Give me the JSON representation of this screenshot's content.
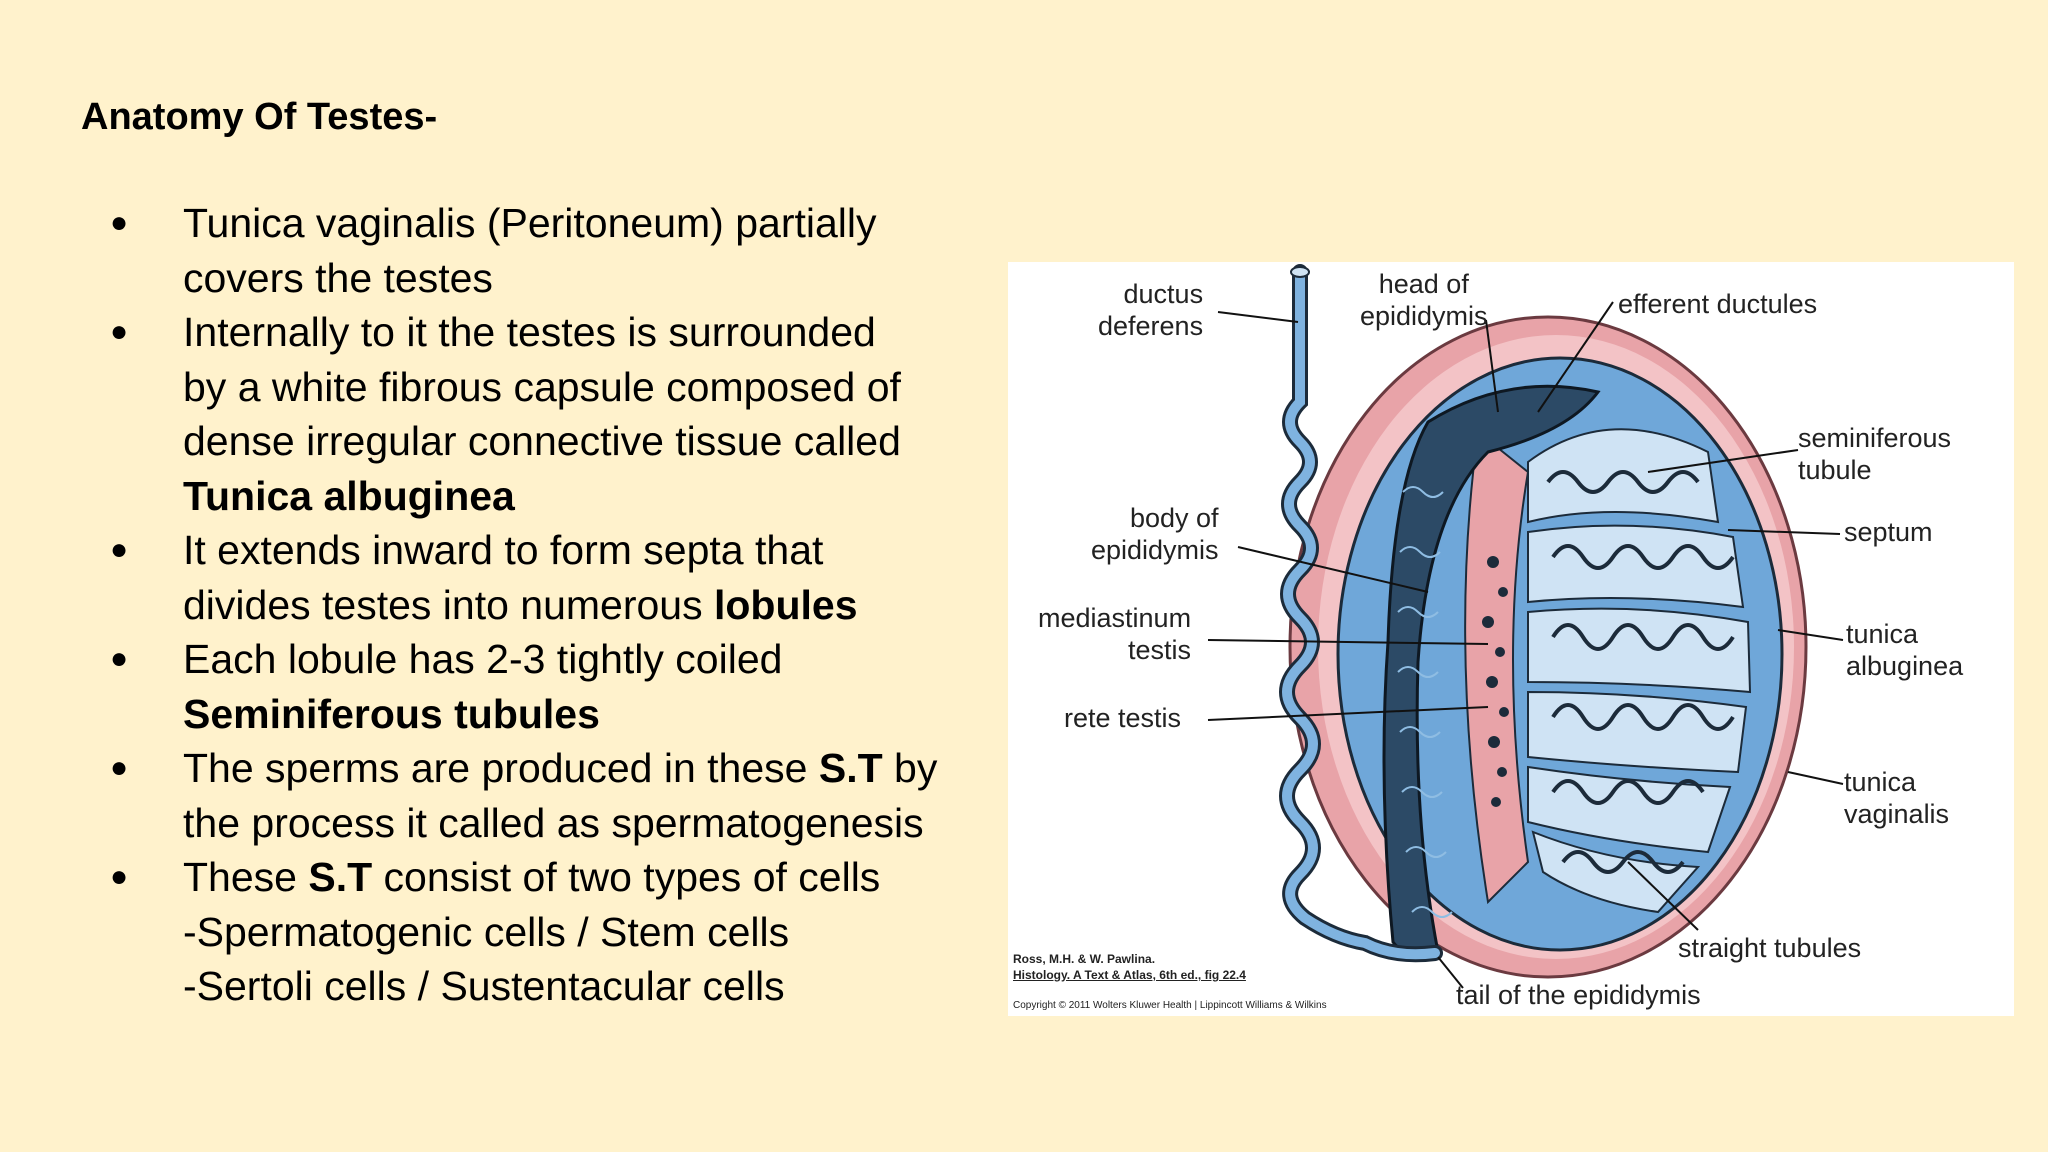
{
  "slide": {
    "title": "Anatomy Of Testes-",
    "bullet_symbol": "●",
    "bullets": [
      {
        "lines": [
          [
            {
              "t": "Tunica vaginalis (Peritoneum) partially"
            }
          ],
          [
            {
              "t": "covers the testes"
            }
          ]
        ]
      },
      {
        "lines": [
          [
            {
              "t": "Internally to it the testes is surrounded"
            }
          ],
          [
            {
              "t": "by a white fibrous capsule composed of"
            }
          ],
          [
            {
              "t": "dense irregular connective tissue called"
            }
          ],
          [
            {
              "t": "Tunica albuginea",
              "b": true
            }
          ]
        ]
      },
      {
        "lines": [
          [
            {
              "t": "It extends inward to form septa that"
            }
          ],
          [
            {
              "t": "divides testes into numerous "
            },
            {
              "t": "lobules",
              "b": true
            }
          ]
        ]
      },
      {
        "lines": [
          [
            {
              "t": "Each lobule has 2-3 tightly coiled"
            }
          ],
          [
            {
              "t": "Seminiferous tubules",
              "b": true
            }
          ]
        ]
      },
      {
        "lines": [
          [
            {
              "t": "The sperms are produced in these "
            },
            {
              "t": "S.T",
              "b": true
            },
            {
              "t": " by"
            }
          ],
          [
            {
              "t": "the process it called as spermatogenesis"
            }
          ]
        ]
      },
      {
        "lines": [
          [
            {
              "t": "These "
            },
            {
              "t": "S.T",
              "b": true
            },
            {
              "t": " consist of two types of cells"
            }
          ],
          [
            {
              "t": "-Spermatogenic cells / Stem cells"
            }
          ],
          [
            {
              "t": "-Sertoli cells / Sustentacular cells"
            }
          ]
        ]
      }
    ]
  },
  "figure": {
    "labels": {
      "ductus_deferens": "ductus\ndeferens",
      "head_of_epididymis": "head of\nepididymis",
      "efferent_ductules": "efferent ductules",
      "seminiferous_tubule": "seminiferous\ntubule",
      "septum": "septum",
      "body_of_epididymis": "body of\nepididymis",
      "mediastinum_testis": "mediastinum\ntestis",
      "rete_testis": "rete testis",
      "tunica_albuginea": "tunica\nalbuginea",
      "tunica_vaginalis": "tunica\nvaginalis",
      "straight_tubules": "straight tubules",
      "tail_of_epididymis": "tail of the epididymis"
    },
    "credit_line1": "Ross, M.H. & W. Pawlina.",
    "credit_line2": "Histology. A Text & Atlas, 6th ed., fig 22.4",
    "credit_line3": "Copyright © 2011 Wolters Kluwer Health | Lippincott Williams & Wilkins",
    "colors": {
      "capsule_blue": "#6fa7d9",
      "lobule_light": "#cfe3f4",
      "vaginalis_pink": "#e8a3a8",
      "tubule_dark": "#1c2b3a"
    }
  }
}
